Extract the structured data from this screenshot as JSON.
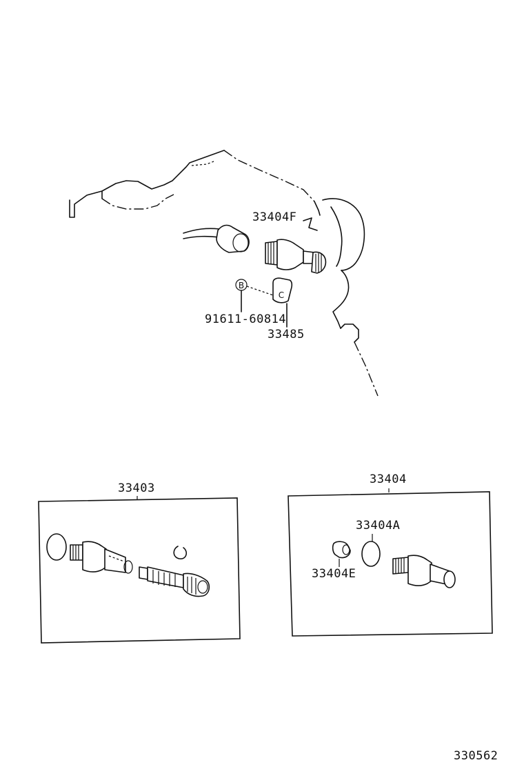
{
  "callouts": {
    "sensor_sleeve": "33404F",
    "bolt": "91611-60814",
    "plate": "33485",
    "bolt_marker": "B",
    "plate_marker": "C",
    "kit_left": "33403",
    "kit_right": "33404",
    "kit_right_oring": "33404A",
    "kit_right_bushing": "33404E"
  },
  "footer": {
    "illustration_number": "330562"
  }
}
